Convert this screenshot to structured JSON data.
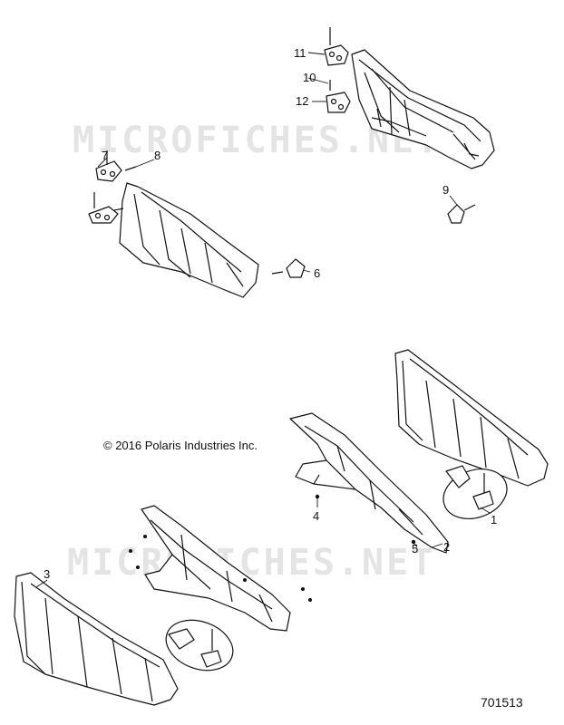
{
  "watermarks": [
    "MICROFICHES.NET",
    "MICROFICHES.NET"
  ],
  "copyright": "© 2016 Polaris Industries Inc.",
  "part_number": "701513",
  "callouts": [
    {
      "id": "c1",
      "label": "1"
    },
    {
      "id": "c2",
      "label": "2"
    },
    {
      "id": "c3",
      "label": "3"
    },
    {
      "id": "c4",
      "label": "4"
    },
    {
      "id": "c5",
      "label": "5"
    },
    {
      "id": "c6",
      "label": "6"
    },
    {
      "id": "c7",
      "label": "7"
    },
    {
      "id": "c8",
      "label": "8"
    },
    {
      "id": "c9",
      "label": "9"
    },
    {
      "id": "c10",
      "label": "10"
    },
    {
      "id": "c11",
      "label": "11"
    },
    {
      "id": "c12",
      "label": "12"
    }
  ]
}
